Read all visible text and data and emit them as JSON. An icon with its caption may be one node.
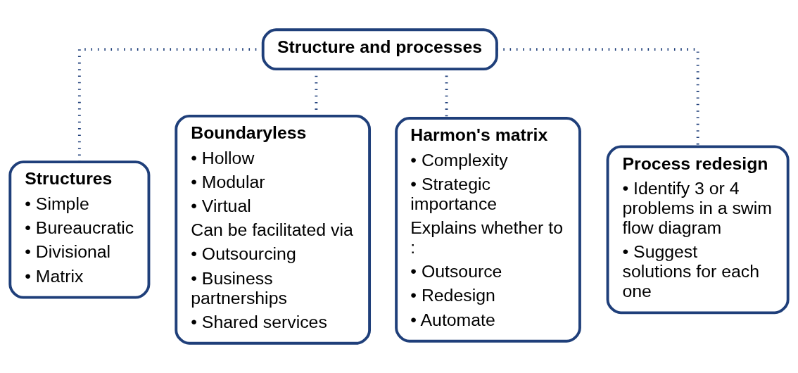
{
  "diagram": {
    "nodes": [
      {
        "text": [
          "Structure and processes"
        ]
      },
      {
        "text": [
          "Structures",
          "• Simple",
          "• Bureaucratic",
          "• Divisional",
          "• Matrix"
        ]
      },
      {
        "text": [
          "Boundaryless",
          "• Hollow",
          "• Modular",
          "• Virtual",
          "Can be facilitated via",
          "• Outsourcing",
          "• Business partnerships",
          "• Shared services"
        ]
      },
      {
        "text": [
          "Harmon's matrix",
          "• Complexity",
          "• Strategic importance",
          "Explains whether to :",
          "• Outsource",
          "• Redesign",
          "• Automate"
        ]
      },
      {
        "text": [
          "Process redesign",
          "• Identify 3 or 4 problems in a swim flow diagram",
          "• Suggest solutions for each one"
        ]
      }
    ],
    "edges": [
      {
        "from": 0,
        "to": 1,
        "arrow": "none",
        "style": "dashed"
      },
      {
        "from": 0,
        "to": 2,
        "arrow": "none",
        "style": "dashed"
      },
      {
        "from": 0,
        "to": 3,
        "arrow": "none",
        "style": "dashed"
      },
      {
        "from": 0,
        "to": 4,
        "arrow": "none",
        "style": "dashed"
      }
    ]
  }
}
